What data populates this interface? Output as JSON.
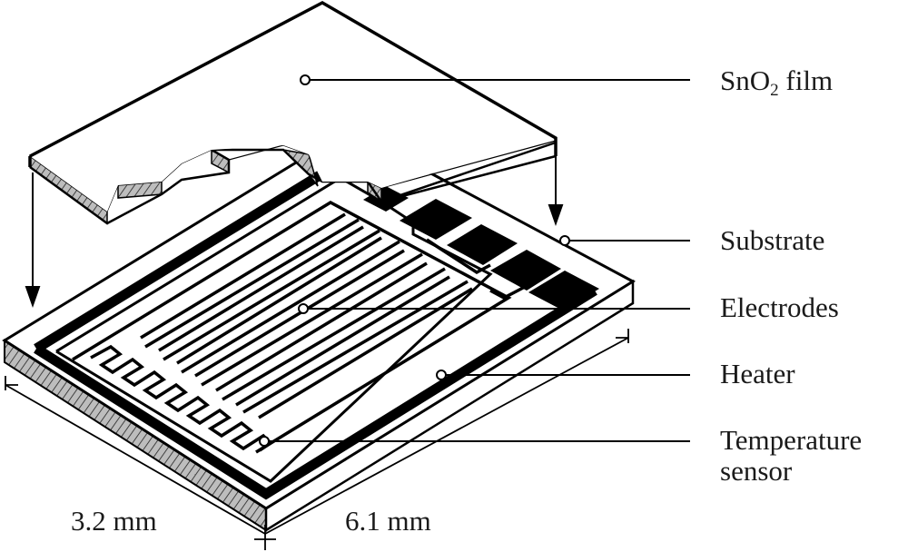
{
  "figure": {
    "type": "exploded isometric schematic of SnO2 gas sensor chip",
    "labels": {
      "film": {
        "main": "SnO",
        "sub": "2",
        "tail": " film"
      },
      "substrate": "Substrate",
      "electrodes": "Electrodes",
      "heater": "Heater",
      "temp_sensor_line1": "Temperature",
      "temp_sensor_line2": "sensor"
    },
    "dimensions": {
      "width": "3.2 mm",
      "length": "6.1 mm"
    },
    "colors": {
      "line": "#000000",
      "hatch_fill": "#bdbdbd",
      "background": "#ffffff"
    }
  }
}
